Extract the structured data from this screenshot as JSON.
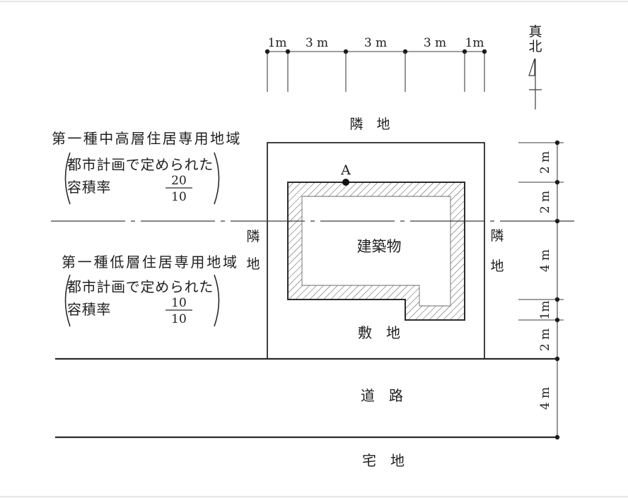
{
  "diagram": {
    "zones": {
      "upper": {
        "name": "第一種中高層住居専用地域",
        "plan_note": "都市計画で定められた",
        "ratio_label": "容積率",
        "ratio_numerator": "20",
        "ratio_denominator": "10"
      },
      "lower": {
        "name": "第一種低層住居専用地域",
        "plan_note": "都市計画で定められた",
        "ratio_label": "容積率",
        "ratio_numerator": "10",
        "ratio_denominator": "10"
      }
    },
    "north_label": {
      "char1": "真",
      "char2": "北"
    },
    "dims_top": {
      "labels": [
        "1m",
        "3 m",
        "3 m",
        "3 m",
        "1m"
      ]
    },
    "dims_right": {
      "labels": [
        "2 m",
        "2 m",
        "4 m",
        "1m",
        "2 m",
        "4 m"
      ]
    },
    "areas": {
      "neighbor_top": "隣　地",
      "neighbor_left": {
        "char1": "隣",
        "char2": "地"
      },
      "neighbor_right": {
        "char1": "隣",
        "char2": "地"
      },
      "building": "建築物",
      "site": "敷　地",
      "road": "道　路",
      "lot": "宅　地",
      "point": "A"
    },
    "colors": {
      "background": "#ffffff",
      "line": "#2b2b2b",
      "thin_line": "#3e3e3e",
      "hatch": "#5a5a5a",
      "text": "#1f1f1f"
    }
  }
}
